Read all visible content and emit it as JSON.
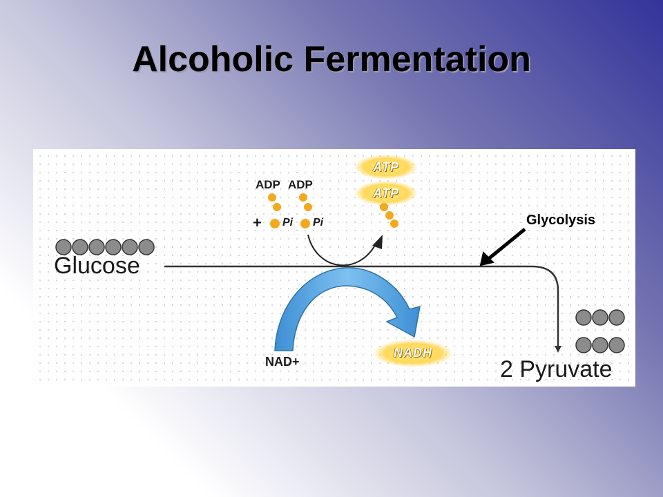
{
  "slide": {
    "title": "Alcoholic Fermentation"
  },
  "diagram": {
    "glucose_label": "Glucose",
    "pyruvate_label": "2 Pyruvate",
    "glycolysis_label": "Glycolysis",
    "adp_labels": [
      "ADP",
      "ADP"
    ],
    "plus_sign": "+",
    "pi_labels": [
      "Pi",
      "Pi"
    ],
    "atp_labels": [
      "ATP",
      "ATP"
    ],
    "nad_label": "NAD+",
    "nadh_label": "NADH",
    "glucose_carbon_count": 6,
    "pyruvate_molecules": 2,
    "pyruvate_carbons_each": 3,
    "colors": {
      "carbon_fill": "#8c8c8c",
      "phosphate_orange": "#f4a81c",
      "badge_glow": "#ffd54a",
      "nad_arrow_blue": "#5aa8e0",
      "line": "#333333"
    }
  }
}
